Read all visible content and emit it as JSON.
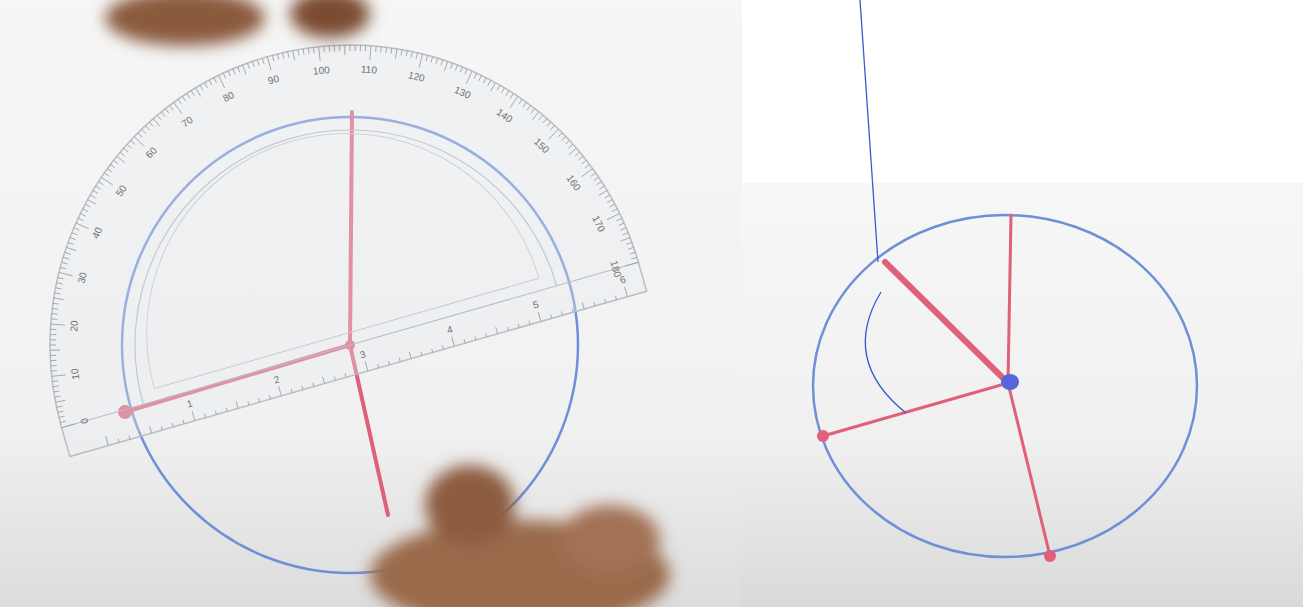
{
  "diagram": {
    "labels": [
      "0",
      "10",
      "20",
      "30",
      "40",
      "50",
      "60",
      "70",
      "80",
      "90",
      "100",
      "110",
      "120",
      "130",
      "140",
      "150",
      "160",
      "170",
      "180",
      "1",
      "2",
      "3",
      "4",
      "5",
      "6"
    ]
  }
}
